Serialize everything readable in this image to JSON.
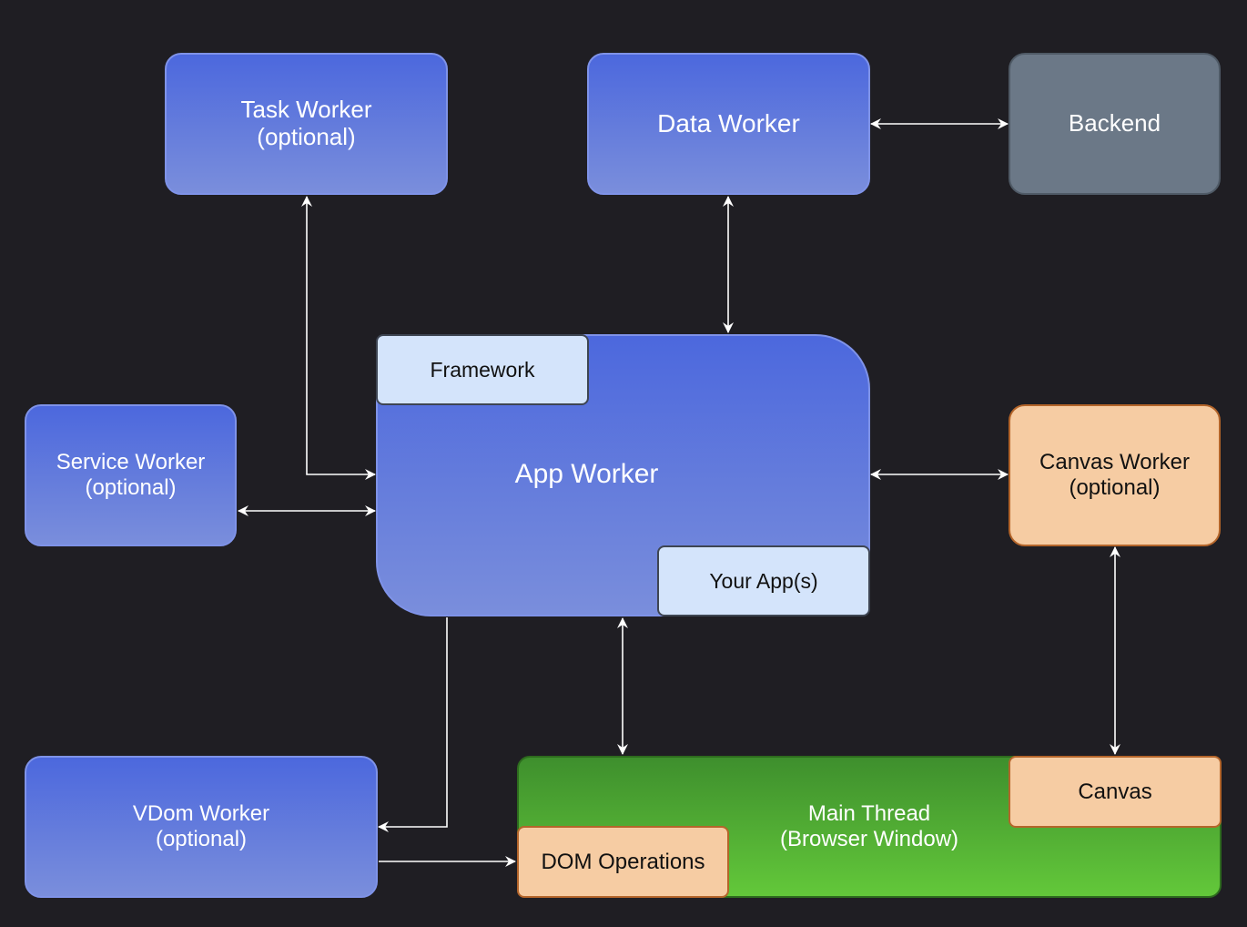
{
  "nodes": {
    "task_worker": "Task Worker\n(optional)",
    "data_worker": "Data Worker",
    "backend": "Backend",
    "service_worker": "Service Worker\n(optional)",
    "app_worker": "App Worker",
    "framework": "Framework",
    "your_apps": "Your App(s)",
    "canvas_worker": "Canvas Worker\n(optional)",
    "vdom_worker": "VDom Worker\n(optional)",
    "main_thread": "Main Thread\n(Browser Window)",
    "canvas": "Canvas",
    "dom_operations": "DOM Operations"
  },
  "colors": {
    "background": "#1f1e23",
    "worker_top": "#4c68dd",
    "worker_bottom": "#7a8edc",
    "backend": "#6b7887",
    "orange": "#f6cca3",
    "light_blue": "#d4e4fb",
    "green_top": "#3e8f2d",
    "green_bottom": "#63c83a",
    "connector": "#ffffff"
  }
}
